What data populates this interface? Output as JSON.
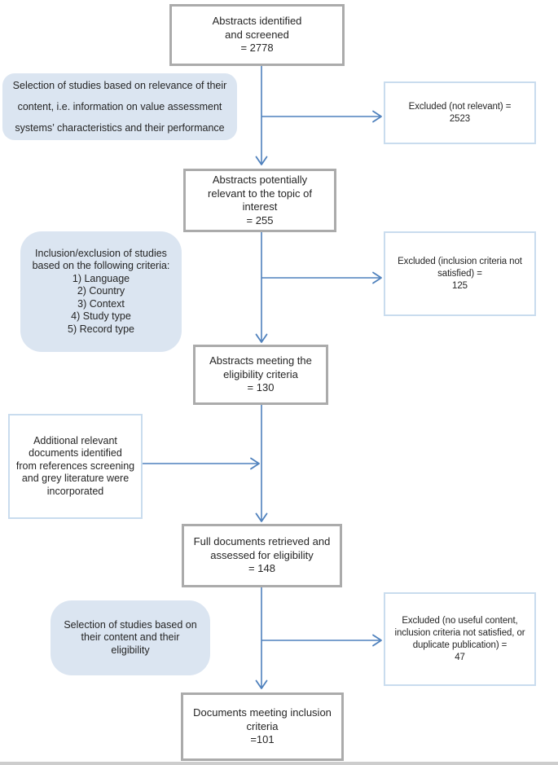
{
  "colors": {
    "arrow_blue": "#4f81bd",
    "main_box_border": "#ababab",
    "excluded_box_border": "#c9dcee",
    "note_fill": "#dbe5f1",
    "text": "#252525",
    "page_edge": "#cdcdcd"
  },
  "diagram": {
    "main_boxes": [
      {
        "text": "Abstracts identified\nand screened\n= 2778"
      },
      {
        "text": "Abstracts potentially\nrelevant to the topic of\ninterest\n= 255"
      },
      {
        "text": "Abstracts meeting the\neligibility criteria\n= 130"
      },
      {
        "text": "Full documents retrieved and\nassessed for eligibility\n= 148"
      },
      {
        "text": "Documents meeting inclusion\ncriteria\n=101"
      }
    ],
    "side_notes": [
      {
        "text": "Selection of studies based on relevance of their\ncontent, i.e. information on value assessment\nsystems’ characteristics and their performance"
      },
      {
        "text": "Inclusion/exclusion of studies\nbased on the following criteria:\n1) Language\n2) Country\n3) Context\n4) Study type\n5) Record type"
      },
      {
        "text": "Selection of studies based on\ntheir content and their\neligibility"
      }
    ],
    "input_box": {
      "text": "Additional relevant\ndocuments identified\nfrom references screening\nand grey literature were\nincorporated"
    },
    "excluded_boxes": [
      {
        "text": "Excluded (not relevant) =\n2523"
      },
      {
        "text": "Excluded (inclusion criteria not\nsatisfied) =\n125"
      },
      {
        "text": "Excluded (no useful content,\ninclusion criteria not satisfied, or\nduplicate publication) =\n47"
      }
    ]
  }
}
